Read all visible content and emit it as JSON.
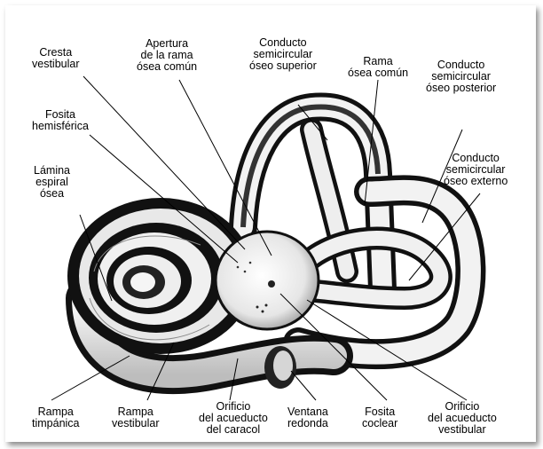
{
  "labels": {
    "cresta_vestibular": [
      "Cresta",
      "vestibular"
    ],
    "apertura": [
      "Apertura",
      "de la rama",
      "ósea común"
    ],
    "conducto_superior": [
      "Conducto",
      "semicircular",
      "óseo superior"
    ],
    "rama_osea_comun": [
      "Rama",
      "ósea común"
    ],
    "conducto_posterior": [
      "Conducto",
      "semicircular",
      "óseo posterior"
    ],
    "fosita_hemisferica": [
      "Fosita",
      "hemisférica"
    ],
    "conducto_externo": [
      "Conducto",
      "semicircular",
      "óseo externo"
    ],
    "lamina_espiral": [
      "Lámina",
      "espiral",
      "ósea"
    ],
    "rampa_timpanica": [
      "Rampa",
      "timpánica"
    ],
    "rampa_vestibular": [
      "Rampa",
      "vestibular"
    ],
    "orificio_caracol": [
      "Orificio",
      "del acueducto",
      "del caracol"
    ],
    "ventana_redonda": [
      "Ventana",
      "redonda"
    ],
    "fosita_coclear": [
      "Fosita",
      "coclear"
    ],
    "orificio_vestibular": [
      "Orificio",
      "del acueducto",
      "vestibular"
    ]
  },
  "colors": {
    "ink": "#000000",
    "bone": "#f0f0f0",
    "shade": "#2a2a2a"
  }
}
